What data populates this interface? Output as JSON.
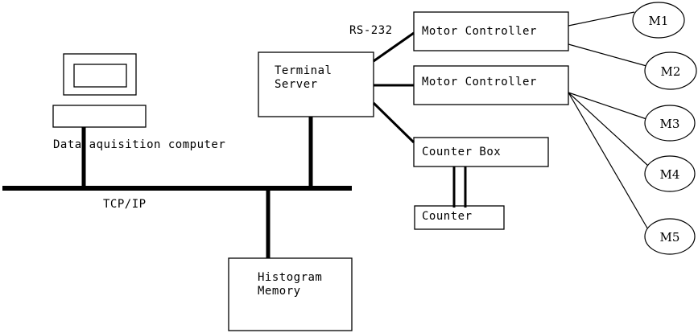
{
  "diagram": {
    "title": "Data acquisition system block diagram",
    "background_color": "#ffffff",
    "stroke_color": "#000000",
    "bus_color": "#000000"
  },
  "nodes": {
    "monitor": {
      "name": "monitor",
      "label": ""
    },
    "computer_base": {
      "name": "computer-base",
      "label": ""
    },
    "daq_caption": {
      "label": "Data aquisition computer"
    },
    "terminal_server": {
      "line1": "Terminal",
      "line2": "Server"
    },
    "motor_controller_1": {
      "label": "Motor Controller"
    },
    "motor_controller_2": {
      "label": "Motor Controller"
    },
    "counter_box": {
      "label": "Counter Box"
    },
    "counter": {
      "label": "Counter"
    },
    "histogram_memory": {
      "line1": "Histogram",
      "line2": "Memory"
    },
    "motors": [
      {
        "label": "M1"
      },
      {
        "label": "M2"
      },
      {
        "label": "M3"
      },
      {
        "label": "M4"
      },
      {
        "label": "M5"
      }
    ]
  },
  "links": {
    "bus_label": "TCP/IP",
    "serial_label": "RS-232"
  }
}
